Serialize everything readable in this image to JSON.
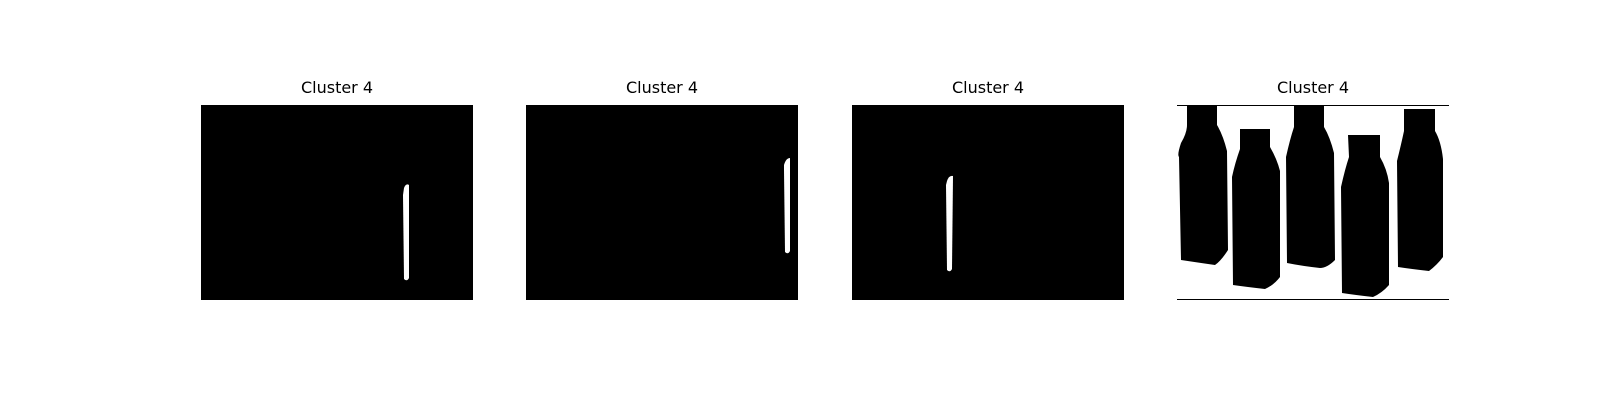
{
  "panels": [
    {
      "title": "Cluster 4"
    },
    {
      "title": "Cluster 4"
    },
    {
      "title": "Cluster 4"
    },
    {
      "title": "Cluster 4"
    }
  ],
  "colors": {
    "mask_background": "#000000",
    "mask_foreground": "#ffffff"
  }
}
